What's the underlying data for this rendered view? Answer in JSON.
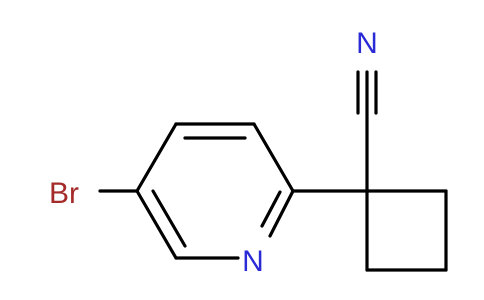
{
  "molecule": {
    "atoms": {
      "nitrile_n": {
        "label": "N",
        "color": "#2a2ad6"
      },
      "pyridine_n": {
        "label": "N",
        "color": "#2a2ad6"
      },
      "bromine": {
        "label": "Br",
        "color": "#a52a2a"
      }
    },
    "bond_color": "#000000"
  }
}
